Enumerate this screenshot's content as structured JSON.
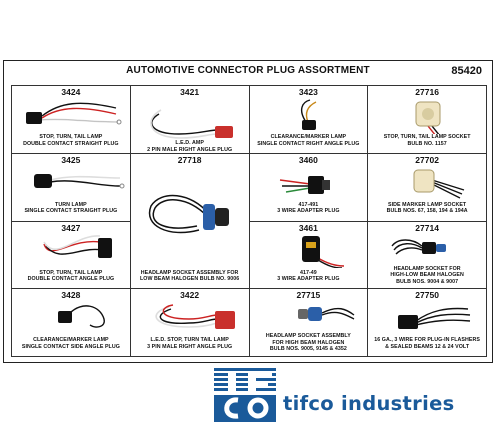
{
  "header": {
    "title": "AUTOMOTIVE CONNECTOR PLUG ASSORTMENT",
    "code": "85420"
  },
  "items": {
    "p3424": {
      "code": "3424",
      "line1": "STOP, TURN, TAIL LAMP",
      "line2": "DOUBLE CONTACT STRAIGHT PLUG"
    },
    "p3425": {
      "code": "3425",
      "line1": "TURN LAMP",
      "line2": "SINGLE CONTACT STRAIGHT PLUG"
    },
    "p3427": {
      "code": "3427",
      "line1": "STOP, TURN, TAIL LAMP",
      "line2": "DOUBLE CONTACT ANGLE PLUG"
    },
    "p3428": {
      "code": "3428",
      "line1": "CLEARANCE/MARKER LAMP",
      "line2": "SINGLE CONTACT SIDE ANGLE PLUG"
    },
    "p3421": {
      "code": "3421",
      "line1": "L.E.D. AMP",
      "line2": "2 PIN MALE RIGHT ANGLE PLUG"
    },
    "p27718": {
      "code": "27718",
      "line1": "HEADLAMP SOCKET ASSEMBLY FOR",
      "line2": "LOW BEAM HALOGEN BULB NO. 9006"
    },
    "p3422": {
      "code": "3422",
      "line1": "L.E.D. STOP, TURN TAIL LAMP",
      "line2": "3 PIN MALE RIGHT ANGLE PLUG"
    },
    "p3423": {
      "code": "3423",
      "line1": "CLEARANCE/MARKER LAMP",
      "line2": "SINGLE CONTACT RIGHT ANGLE PLUG"
    },
    "p3460": {
      "code": "3460",
      "line1": "417-491",
      "line2": "3 WIRE ADAPTER PLUG"
    },
    "p3461": {
      "code": "3461",
      "line1": "417-49",
      "line2": "3 WIRE ADAPTER PLUG"
    },
    "p27715": {
      "code": "27715",
      "line1": "HEADLAMP SOCKET ASSEMBLY",
      "line2": "FOR HIGH BEAM HALOGEN",
      "line3": "BULB NOS. 9005, 9145 & 4352"
    },
    "p27716": {
      "code": "27716",
      "line1": "STOP, TURN, TAIL LAMP SOCKET",
      "line2": "BULB NO. 1157"
    },
    "p27702": {
      "code": "27702",
      "line1": "SIDE MARKER LAMP SOCKET",
      "line2": "BULB NOS. 67, 158, 194 & 194A"
    },
    "p27714": {
      "code": "27714",
      "line1": "HEADLAMP SOCKET FOR",
      "line2": "HIGH-LOW BEAM HALOGEN",
      "line3": "BULB NOS. 9004 & 9007"
    },
    "p27750": {
      "code": "27750",
      "line1": "16 GA., 3 WIRE FOR PLUG-IN FLASHERS",
      "line2": "& SEALED BEAMS 12 & 24 VOLT"
    }
  },
  "brand": {
    "name": "tifco industries",
    "color": "#1a5a9a"
  }
}
